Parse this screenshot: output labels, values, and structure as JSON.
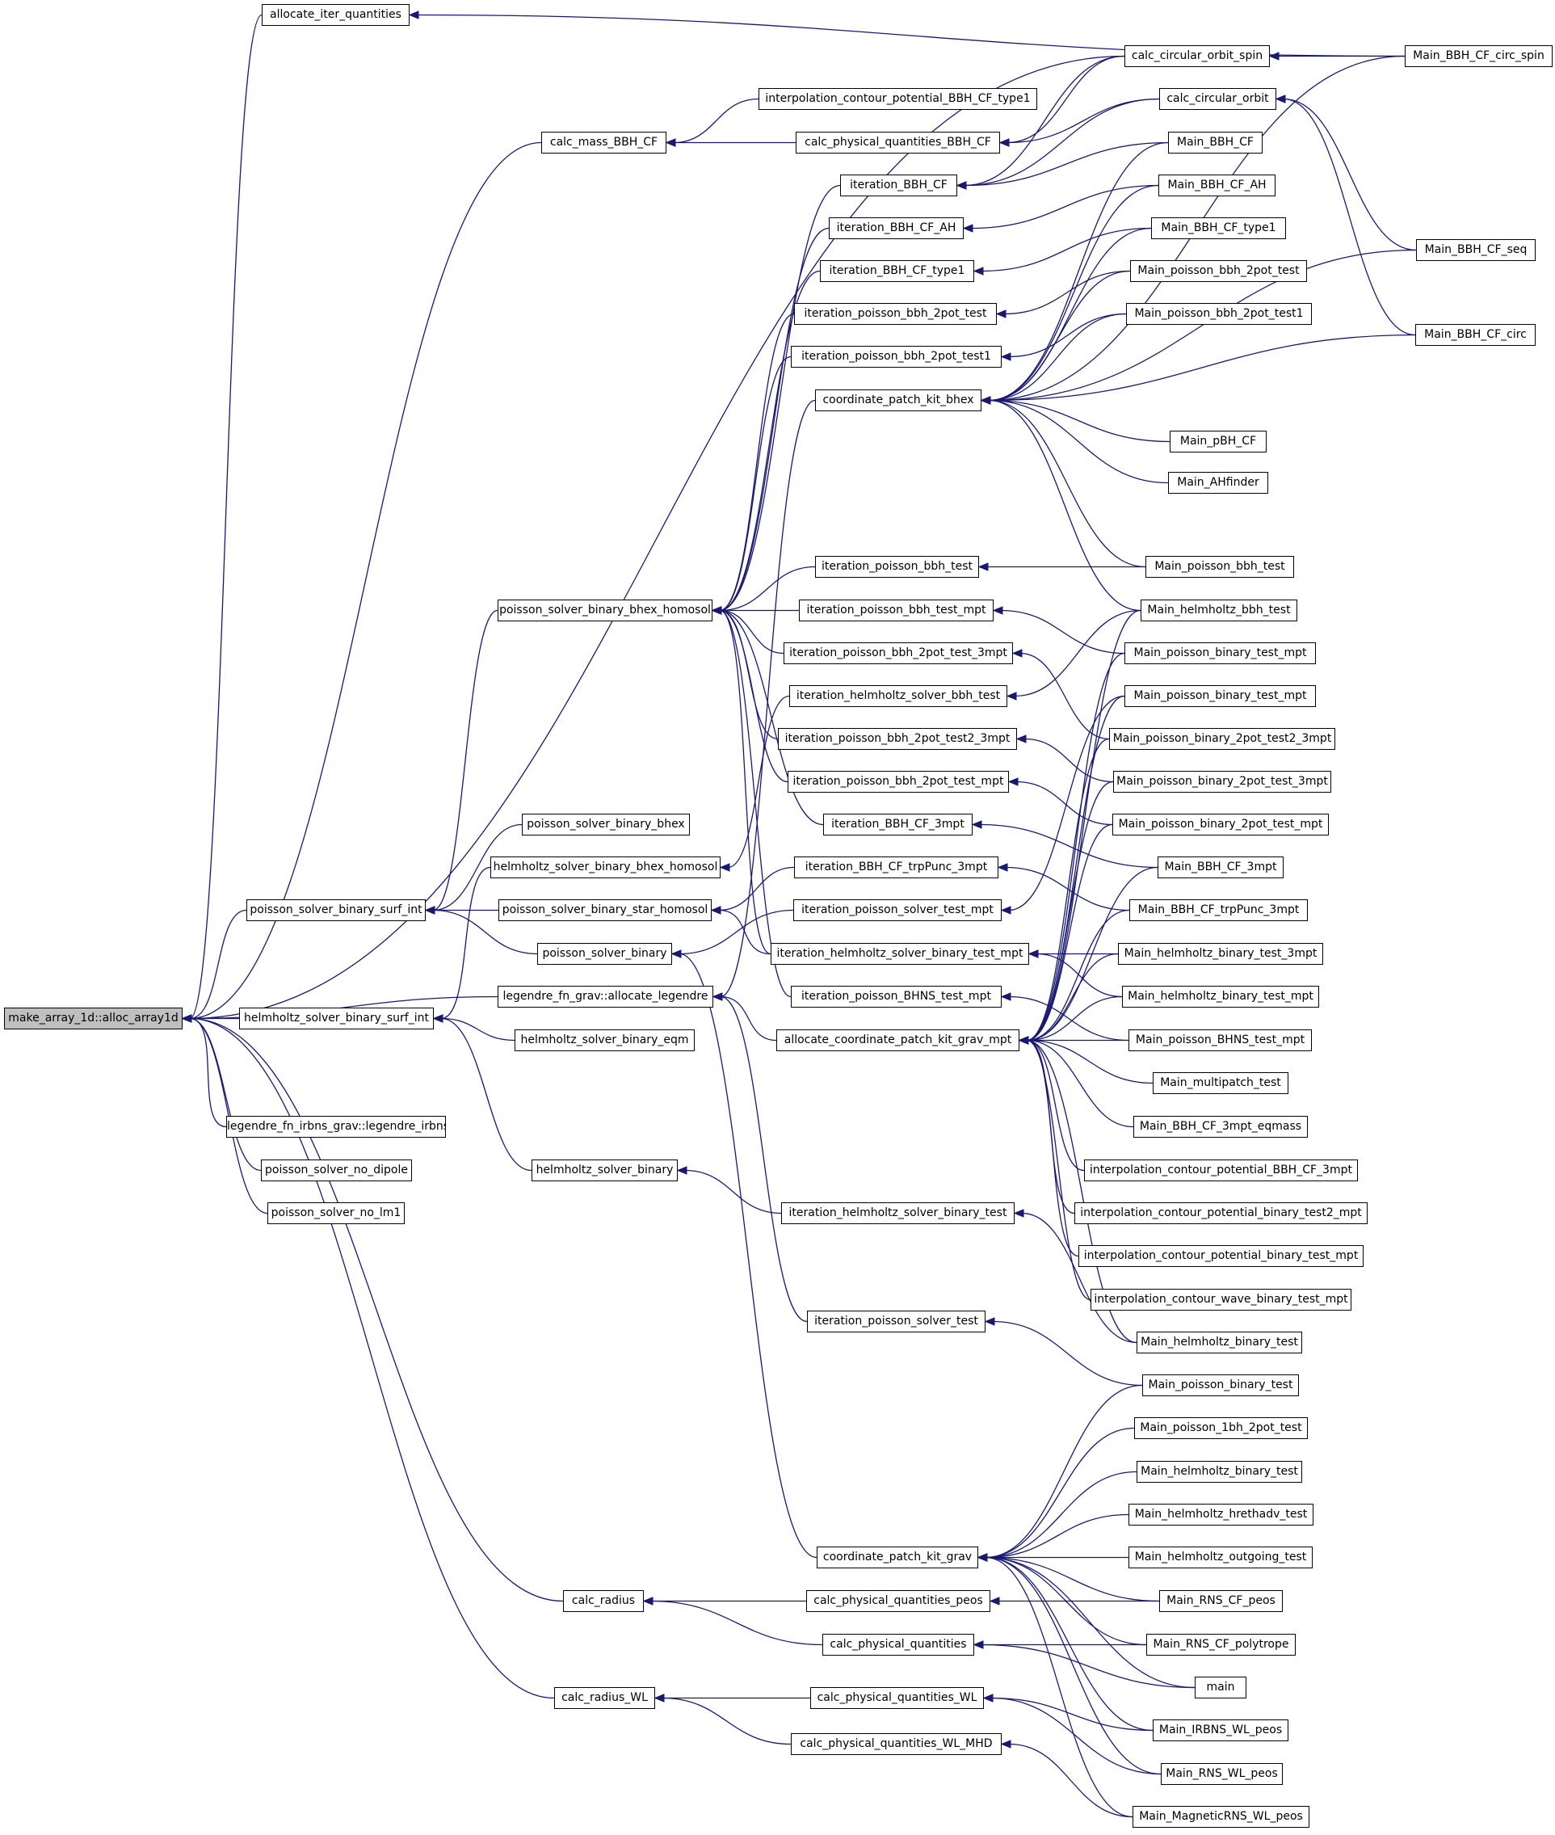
{
  "colors": {
    "edge": "#191970",
    "root_fill": "#bfbfbf",
    "node_fill": "#ffffff",
    "node_border": "#000000"
  },
  "nodes": {
    "root": "make_array_1d::alloc_array1d",
    "allocate_iter_quantities": "allocate_iter_quantities",
    "calc_mass_BBH_CF": "calc_mass_BBH_CF",
    "interpolation_contour_potential_BBH_CF_type1": "interpolation_contour_potential_BBH_CF_type1",
    "calc_physical_quantities_BBH_CF": "calc_physical_quantities_BBH_CF",
    "iteration_BBH_CF": "iteration_BBH_CF",
    "iteration_BBH_CF_AH": "iteration_BBH_CF_AH",
    "iteration_BBH_CF_type1": "iteration_BBH_CF_type1",
    "iteration_poisson_bbh_2pot_test": "iteration_poisson_bbh_2pot_test",
    "iteration_poisson_bbh_2pot_test1": "iteration_poisson_bbh_2pot_test1",
    "coordinate_patch_kit_bhex": "coordinate_patch_kit_bhex",
    "iteration_poisson_bbh_test": "iteration_poisson_bbh_test",
    "iteration_poisson_bbh_test_mpt": "iteration_poisson_bbh_test_mpt",
    "iteration_poisson_bbh_2pot_test_3mpt": "iteration_poisson_bbh_2pot_test_3mpt",
    "iteration_helmholtz_solver_bbh_test": "iteration_helmholtz_solver_bbh_test",
    "iteration_poisson_bbh_2pot_test2_3mpt": "iteration_poisson_bbh_2pot_test2_3mpt",
    "iteration_poisson_bbh_2pot_test_mpt": "iteration_poisson_bbh_2pot_test_mpt",
    "iteration_BBH_CF_3mpt": "iteration_BBH_CF_3mpt",
    "iteration_BBH_CF_trpPunc_3mpt": "iteration_BBH_CF_trpPunc_3mpt",
    "iteration_poisson_solver_test_mpt": "iteration_poisson_solver_test_mpt",
    "iteration_helmholtz_solver_binary_test_mpt": "iteration_helmholtz_solver_binary_test_mpt",
    "iteration_poisson_BHNS_test_mpt": "iteration_poisson_BHNS_test_mpt",
    "allocate_coordinate_patch_kit_grav_mpt": "allocate_coordinate_patch_kit_grav_mpt",
    "iteration_helmholtz_solver_binary_test": "iteration_helmholtz_solver_binary_test",
    "iteration_poisson_solver_test": "iteration_poisson_solver_test",
    "coordinate_patch_kit_grav": "coordinate_patch_kit_grav",
    "calc_physical_quantities_peos": "calc_physical_quantities_peos",
    "calc_physical_quantities": "calc_physical_quantities",
    "calc_physical_quantities_WL": "calc_physical_quantities_WL",
    "calc_physical_quantities_WL_MHD": "calc_physical_quantities_WL_MHD",
    "poisson_solver_binary_bhex_homosol": "poisson_solver_binary_bhex_homosol",
    "poisson_solver_binary_bhex": "poisson_solver_binary_bhex",
    "helmholtz_solver_binary_bhex_homosol": "helmholtz_solver_binary_bhex_homosol",
    "poisson_solver_binary_surf_int": "poisson_solver_binary_surf_int",
    "poisson_solver_binary_star_homosol": "poisson_solver_binary_star_homosol",
    "poisson_solver_binary": "poisson_solver_binary",
    "legendre_fn_grav_allocate_legendre": "legendre_fn_grav::allocate_legendre",
    "helmholtz_solver_binary_surf_int": "helmholtz_solver_binary_surf_int",
    "helmholtz_solver_binary_eqm": "helmholtz_solver_binary_eqm",
    "helmholtz_solver_binary": "helmholtz_solver_binary",
    "legendre_fn_irbns_grav_legendre_irbns": "legendre_fn_irbns_grav::legendre_irbns",
    "poisson_solver_no_dipole": "poisson_solver_no_dipole",
    "poisson_solver_no_lm1": "poisson_solver_no_lm1",
    "calc_radius": "calc_radius",
    "calc_radius_WL": "calc_radius_WL",
    "calc_circular_orbit_spin": "calc_circular_orbit_spin",
    "calc_circular_orbit": "calc_circular_orbit",
    "Main_BBH_CF_circ_spin": "Main_BBH_CF_circ_spin",
    "Main_BBH_CF_seq": "Main_BBH_CF_seq",
    "Main_BBH_CF_circ": "Main_BBH_CF_circ",
    "Main_BBH_CF": "Main_BBH_CF",
    "Main_BBH_CF_AH": "Main_BBH_CF_AH",
    "Main_BBH_CF_type1": "Main_BBH_CF_type1",
    "Main_poisson_bbh_2pot_test": "Main_poisson_bbh_2pot_test",
    "Main_poisson_bbh_2pot_test1": "Main_poisson_bbh_2pot_test1",
    "Main_pBH_CF": "Main_pBH_CF",
    "Main_AHfinder": "Main_AHfinder",
    "Main_poisson_bbh_test": "Main_poisson_bbh_test",
    "Main_helmholtz_bbh_test": "Main_helmholtz_bbh_test",
    "Main_poisson_binary_test_mpt_a": "Main_poisson_binary_test_mpt",
    "Main_poisson_binary_test_mpt_b": "Main_poisson_binary_test_mpt",
    "Main_poisson_binary_2pot_test2_3mpt": "Main_poisson_binary_2pot_test2_3mpt",
    "Main_poisson_binary_2pot_test_3mpt": "Main_poisson_binary_2pot_test_3mpt",
    "Main_poisson_binary_2pot_test_mpt": "Main_poisson_binary_2pot_test_mpt",
    "Main_BBH_CF_3mpt": "Main_BBH_CF_3mpt",
    "Main_BBH_CF_trpPunc_3mpt": "Main_BBH_CF_trpPunc_3mpt",
    "Main_helmholtz_binary_test_3mpt": "Main_helmholtz_binary_test_3mpt",
    "Main_helmholtz_binary_test_mpt": "Main_helmholtz_binary_test_mpt",
    "Main_poisson_BHNS_test_mpt": "Main_poisson_BHNS_test_mpt",
    "Main_multipatch_test": "Main_multipatch_test",
    "Main_BBH_CF_3mpt_eqmass": "Main_BBH_CF_3mpt_eqmass",
    "interpolation_contour_potential_BBH_CF_3mpt": "interpolation_contour_potential_BBH_CF_3mpt",
    "interpolation_contour_potential_binary_test2_mpt": "interpolation_contour_potential_binary_test2_mpt",
    "interpolation_contour_potential_binary_test_mpt": "interpolation_contour_potential_binary_test_mpt",
    "interpolation_contour_wave_binary_test_mpt": "interpolation_contour_wave_binary_test_mpt",
    "Main_helmholtz_binary_test_a": "Main_helmholtz_binary_test",
    "Main_poisson_binary_test": "Main_poisson_binary_test",
    "Main_poisson_1bh_2pot_test": "Main_poisson_1bh_2pot_test",
    "Main_helmholtz_binary_test_b": "Main_helmholtz_binary_test",
    "Main_helmholtz_hrethadv_test": "Main_helmholtz_hrethadv_test",
    "Main_helmholtz_outgoing_test": "Main_helmholtz_outgoing_test",
    "Main_RNS_CF_peos": "Main_RNS_CF_peos",
    "Main_RNS_CF_polytrope": "Main_RNS_CF_polytrope",
    "main": "main",
    "Main_IRBNS_WL_peos": "Main_IRBNS_WL_peos",
    "Main_RNS_WL_peos": "Main_RNS_WL_peos",
    "Main_MagneticRNS_WL_peos": "Main_MagneticRNS_WL_peos"
  }
}
